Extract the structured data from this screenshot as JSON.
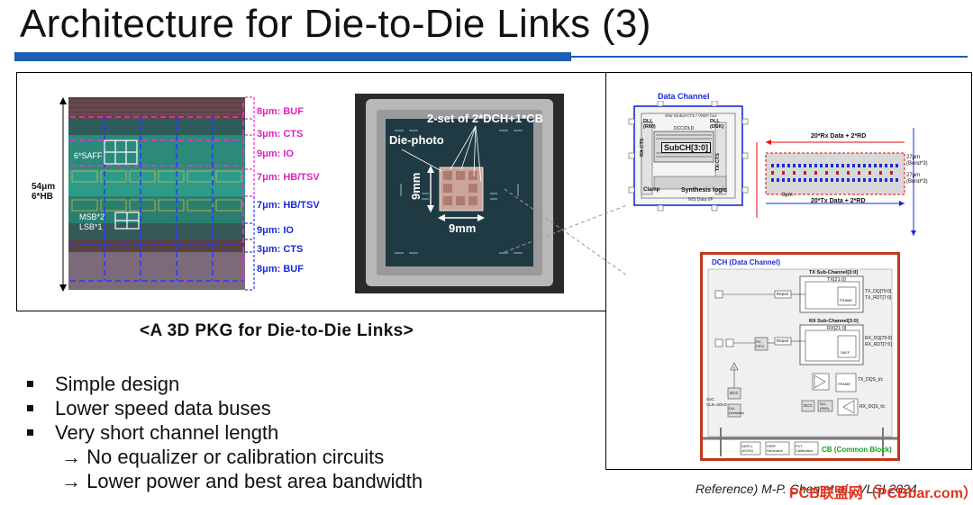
{
  "title": "Architecture for Die-to-Die Links (3)",
  "layout_image": {
    "height_label_1": "54μm",
    "height_label_2": "6*HB",
    "saff_label": "6*SAFF",
    "msb_label": "MSB*2",
    "lsb_label": "LSB*1",
    "layers": [
      {
        "label": "8μm: BUF",
        "color": "#e020c0"
      },
      {
        "label": "3μm: CTS",
        "color": "#e020c0"
      },
      {
        "label": "9μm: IO",
        "color": "#e020c0"
      },
      {
        "label": "7μm: HB/TSV",
        "color": "#e020c0"
      },
      {
        "label": "7μm: HB/TSV",
        "color": "#1a2ad8"
      },
      {
        "label": "9μm: IO",
        "color": "#1a2ad8"
      },
      {
        "label": "3μm: CTS",
        "color": "#1a2ad8"
      },
      {
        "label": "8μm: BUF",
        "color": "#1a2ad8"
      }
    ]
  },
  "package_photo": {
    "set_label": "2-set of 2*DCH+1*CB",
    "die_label": "Die-photo",
    "width_label": "9mm",
    "height_label": "9mm"
  },
  "caption": "<A 3D PKG for Die-to-Die Links>",
  "bullets": [
    "Simple design",
    "Lower speed data buses",
    "Very short channel length"
  ],
  "sub_bullets": [
    "→ No equalizer or calibration circuits",
    "→ Lower power and best area bandwidth"
  ],
  "data_channel": {
    "title": "Data Channel",
    "top_bus": "S/W Global-CTS / VREF bus",
    "dll_left": "DLL (R90)",
    "dll_right": "DLL (DSK)",
    "dcc": "DCC/DLD",
    "subch": "SubCH[3:0]",
    "rx_cts": "RX-CTS",
    "tx_cts": "TX-CTS",
    "clamp": "Clamp",
    "synth": "Synthesis logic",
    "bottom": "N/S Data I/F",
    "rx_data": "20*Rx Data + 2*RD",
    "tx_data": "20*Tx Data + 2*RD",
    "pitch_label": "9μm",
    "bond_1": "27μm (Bond*3)",
    "bond_2": "27μm (Bond*3)"
  },
  "dch_block": {
    "title": "DCH (Data Channel)",
    "tx_sub": "TX Sub-Channel[3:0]",
    "tx_inner": "TX[21:0]",
    "tx_out_1": "TX_DQ[79:0]",
    "tx_out_2": "TX_RDT[7:0]",
    "rx_sub": "RX Sub-Channel[3:0]",
    "rx_inner": "RX[21:0]",
    "rx_out_1": "RX_DQ[79:0]",
    "rx_out_2": "RX_RDT[7:0]",
    "repair": "Repair",
    "rx_fifo": "RX FIFO",
    "saff": "SAFF",
    "frame": "FRAME",
    "soc_clk": "SoC CLK=4GHz",
    "dcc": "DCC",
    "dll_deskew": "DLL (Deskew)",
    "dll_r90": "DLL (R90)",
    "tx_dqs": "TX_DQS_t/c",
    "rx_dqs": "RX_DQS_t/c",
    "adpll": "ADPLL (4GHz)",
    "vref": "VREF Generator",
    "pvt": "PVT Calibration",
    "cb": "CB (Common Block)"
  },
  "reference": "Reference) M-P. Chen et al., VLSI 2024",
  "watermark": "PCB联盟网（PCBbar.com）"
}
